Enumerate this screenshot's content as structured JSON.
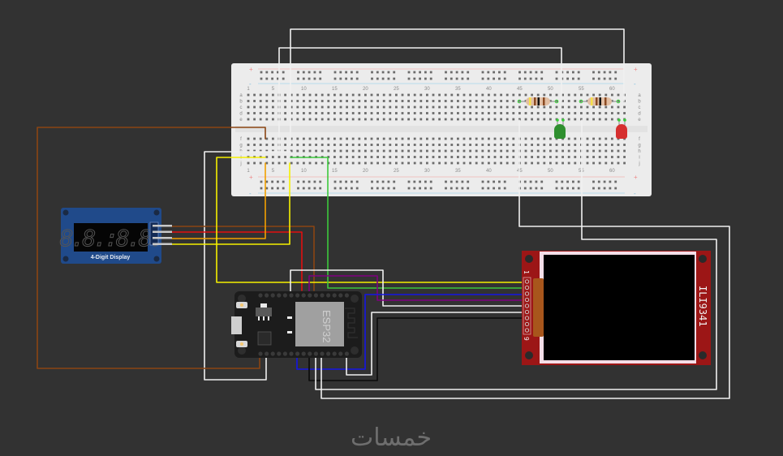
{
  "canvas": {
    "background": "#323232"
  },
  "breadboard": {
    "column_numbers": [
      "1",
      "5",
      "10",
      "15",
      "20",
      "25",
      "30",
      "35",
      "40",
      "45",
      "50",
      "55",
      "60"
    ],
    "row_letters_top": [
      "a",
      "b",
      "c",
      "d",
      "e"
    ],
    "row_letters_bottom": [
      "f",
      "g",
      "h",
      "i",
      "j"
    ],
    "rail_plus": "+",
    "rail_minus": "-"
  },
  "components": {
    "display": {
      "label": "4-Digit Display",
      "digits": "8.8.:8.8.",
      "pin_count": 4
    },
    "esp32": {
      "label": "ESP32"
    },
    "tft": {
      "label": "ILI9341",
      "pin_first": "1",
      "pin_last": "9",
      "pin_count": 9
    },
    "resistors": [
      {
        "id": "R1",
        "bands": [
          "#f5e14a",
          "#8b4a22",
          "#111111",
          "#8b4a22"
        ]
      },
      {
        "id": "R2",
        "bands": [
          "#f5e14a",
          "#8b4a22",
          "#111111",
          "#8b4a22"
        ]
      }
    ],
    "leds": [
      {
        "id": "LED1",
        "color_name": "green",
        "color": "#2f8f2f"
      },
      {
        "id": "LED2",
        "color_name": "red",
        "color": "#d63030"
      }
    ]
  },
  "wire_colors": {
    "white": "#f0f0f0",
    "brown": "#8b4513",
    "red": "#e21010",
    "orange": "#f2a000",
    "yellow": "#f5f000",
    "green": "#3cc83c",
    "purple": "#800080",
    "blue": "#1414e6",
    "black": "#0a0a0a"
  },
  "watermark": {
    "text": "خمسات"
  }
}
